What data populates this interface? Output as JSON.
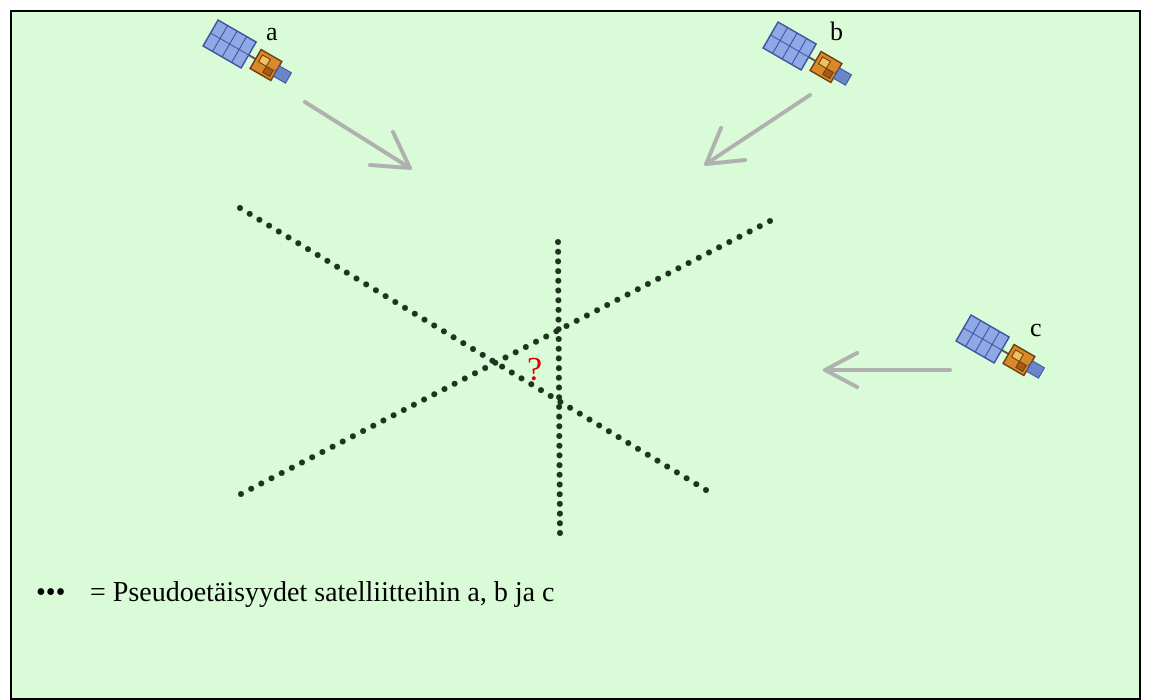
{
  "satellites": [
    {
      "label": "a"
    },
    {
      "label": "b"
    },
    {
      "label": "c"
    }
  ],
  "intersection_mark": "?",
  "legend": {
    "symbol": "•••",
    "text": "= Pseudoetäisyydet satelliitteihin a, b ja c"
  },
  "colors": {
    "background": "#d9fbd7",
    "dots": "#1f3320",
    "arrows": "#b0b0b0",
    "question": "#e00000"
  }
}
